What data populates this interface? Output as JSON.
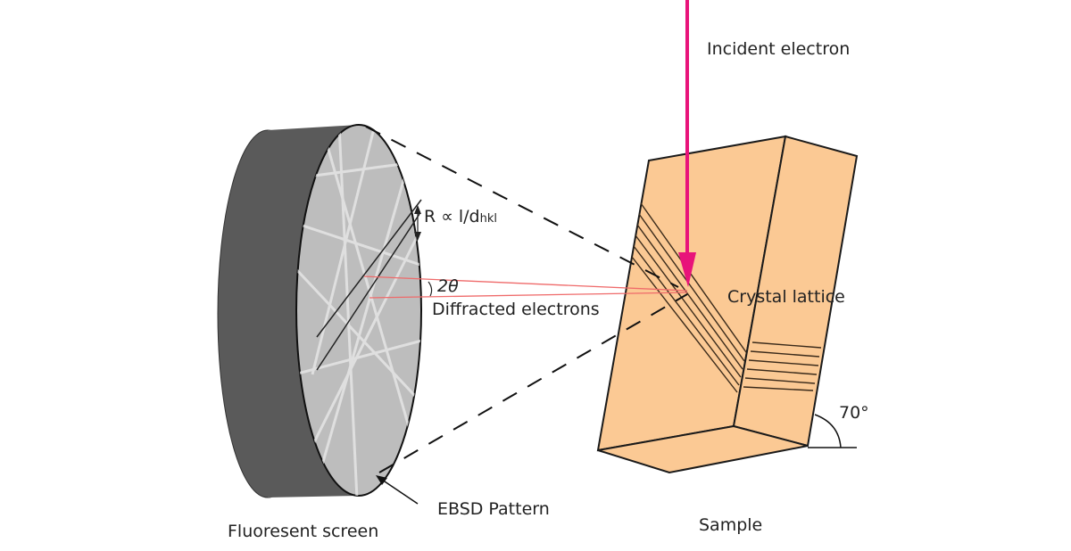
{
  "labels": {
    "incident": "Incident electron",
    "crystal": "Crystal lattice",
    "diffracted": "Diffracted electrons",
    "two_theta": "2θ",
    "r_relation": "R ∝ l/d",
    "hkl": "hkl",
    "angle": "70°",
    "ebsd": "EBSD Pattern",
    "screen": "Fluoresent screen",
    "sample": "Sample"
  },
  "colors": {
    "beam": "#e8137a",
    "diffracted": "#ef6a6a",
    "sample": "#fbc994",
    "screen_body": "#5a5a5a",
    "pattern": "#bdbdbd"
  }
}
